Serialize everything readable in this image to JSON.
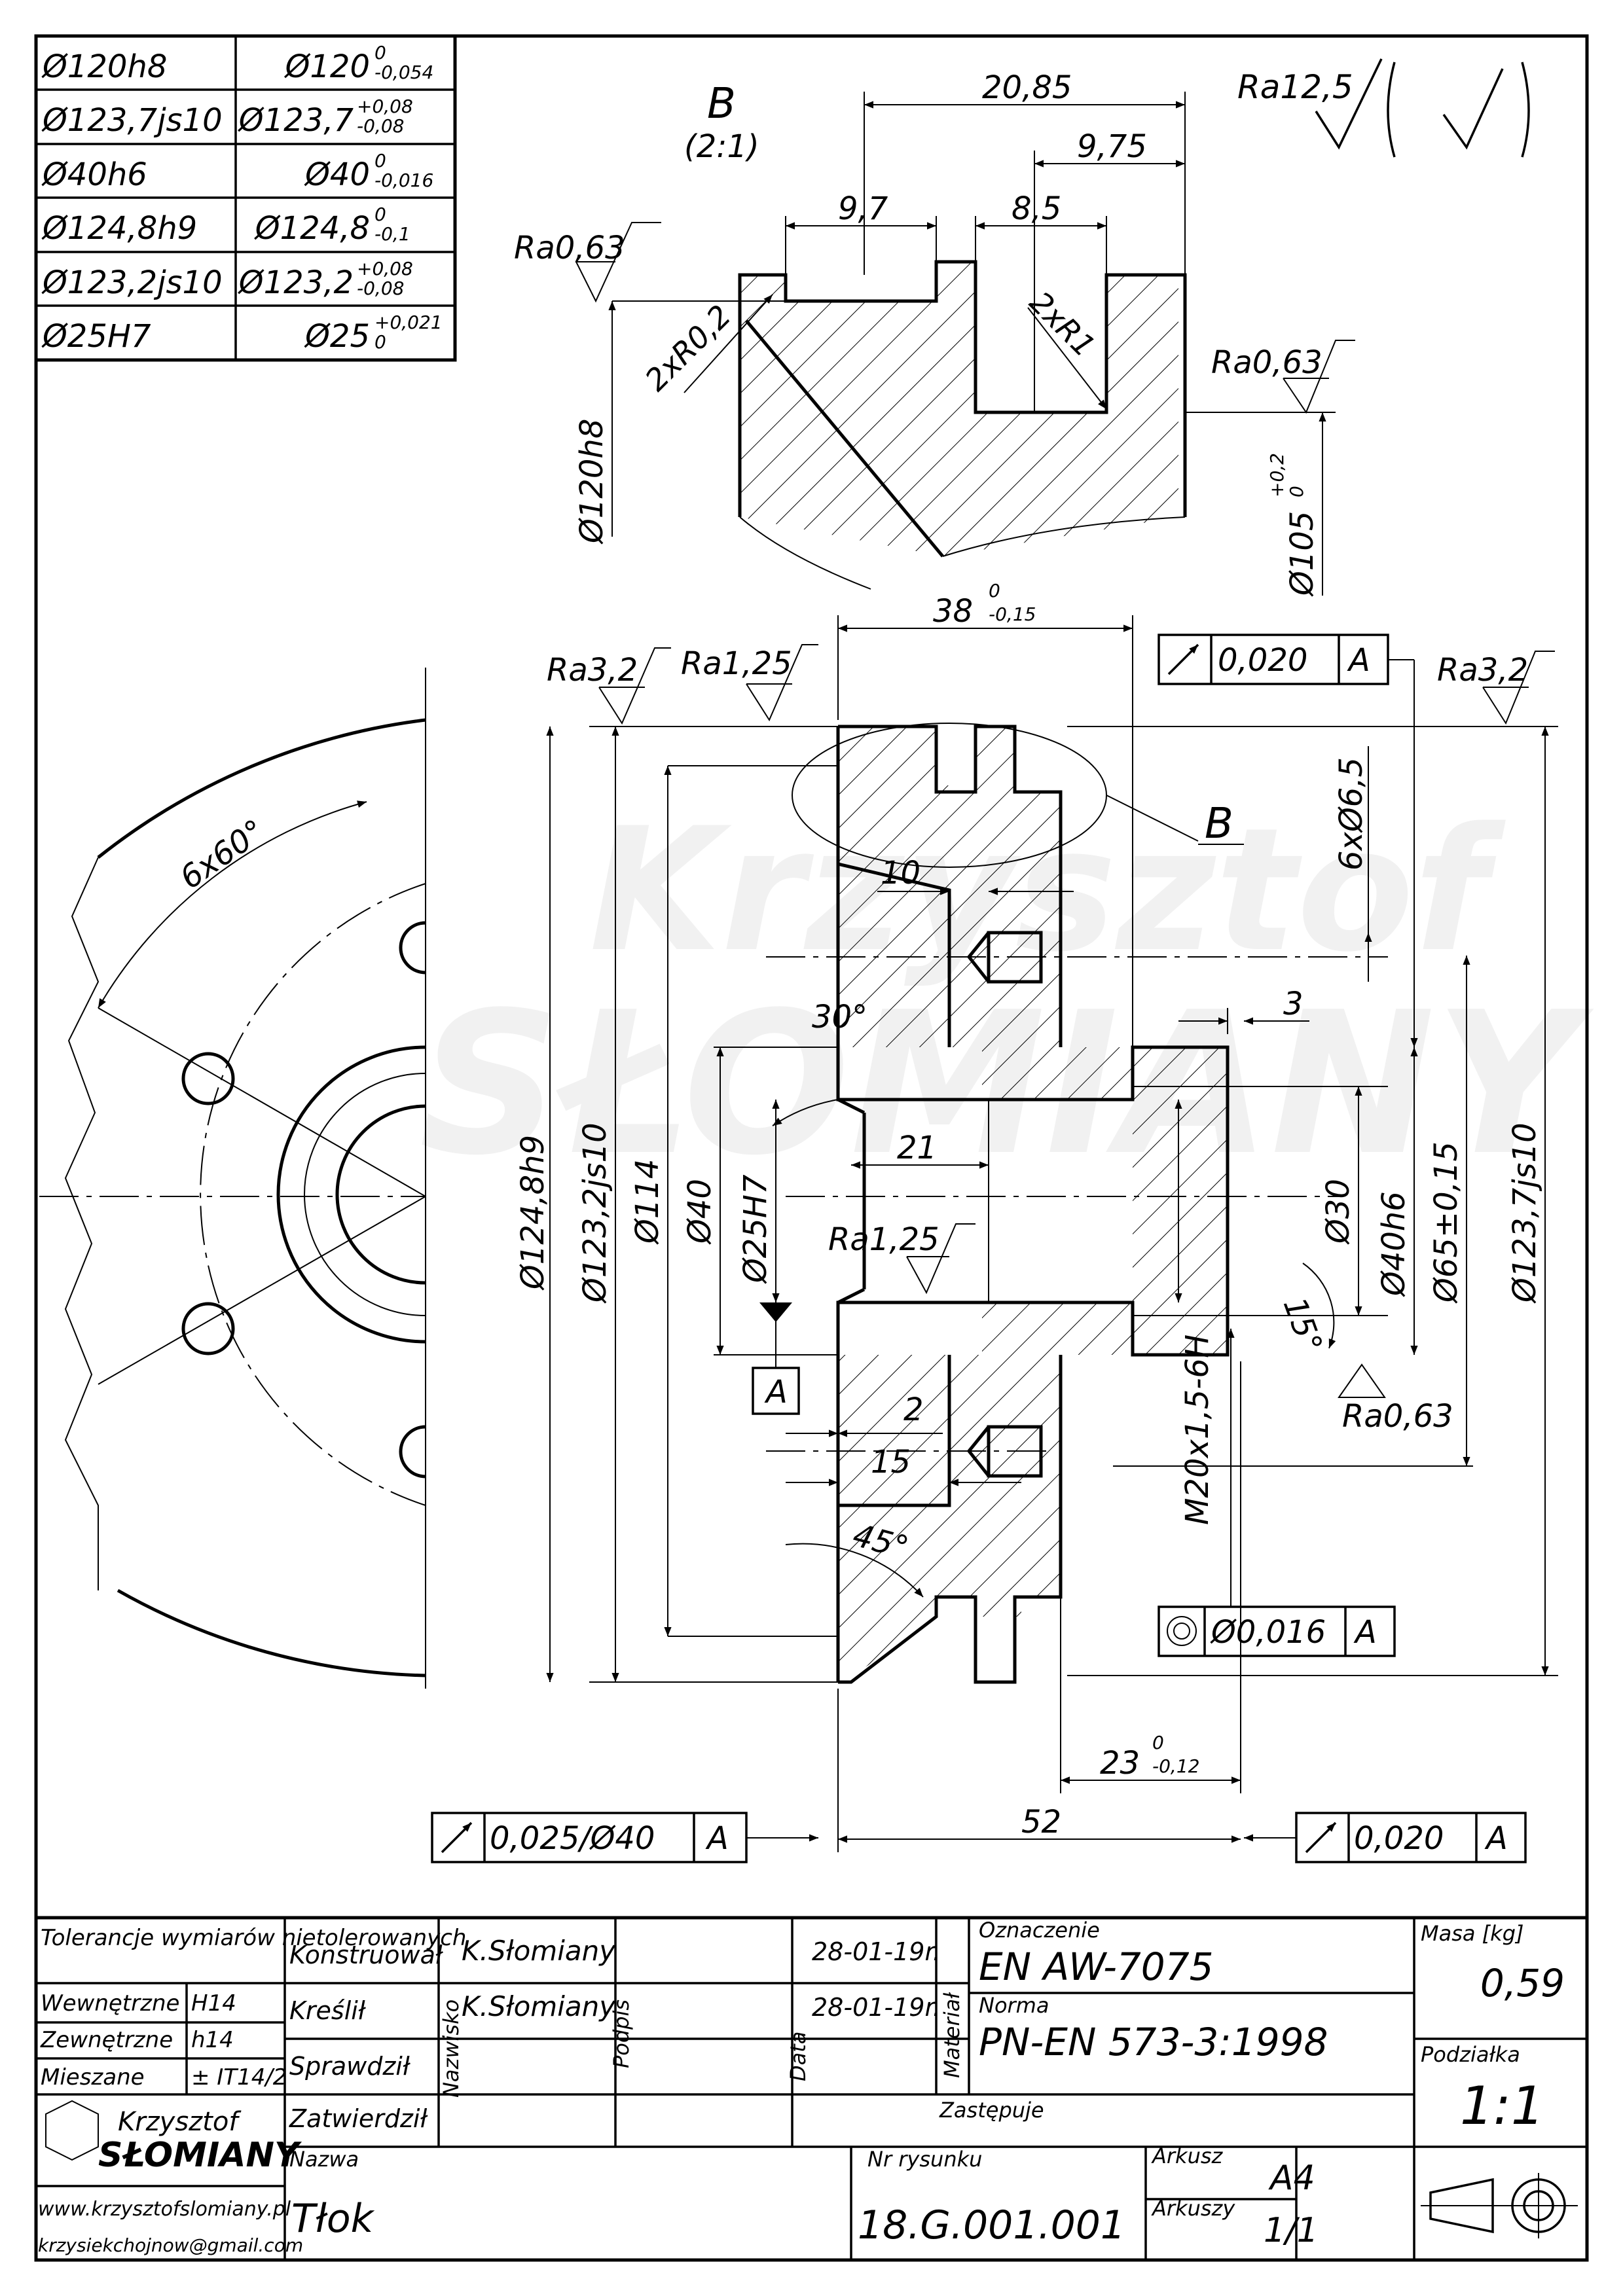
{
  "tolerance_table": [
    {
      "fit": "Ø120h8",
      "limits": "Ø120",
      "upper": "0",
      "lower": "-0,054"
    },
    {
      "fit": "Ø123,7js10",
      "limits": "Ø123,7",
      "upper": "+0,08",
      "lower": "-0,08"
    },
    {
      "fit": "Ø40h6",
      "limits": "Ø40",
      "upper": "0",
      "lower": "-0,016"
    },
    {
      "fit": "Ø124,8h9",
      "limits": "Ø124,8",
      "upper": "0",
      "lower": "-0,1"
    },
    {
      "fit": "Ø123,2js10",
      "limits": "Ø123,2",
      "upper": "+0,08",
      "lower": "-0,08"
    },
    {
      "fit": "Ø25H7",
      "limits": "Ø25",
      "upper": "+0,021",
      "lower": "0"
    }
  ],
  "general_roughness": {
    "value": "Ra12,5"
  },
  "detail_b": {
    "title": "B",
    "scale": "(2:1)",
    "dims": {
      "d1": "20,85",
      "d2": "9,75",
      "d3": "9,7",
      "d4": "8,5",
      "r1": "2xR0,2",
      "r2": "2xR1",
      "dia1": "Ø120h8",
      "dia2_base": "Ø105",
      "dia2_upper": "+0,2",
      "dia2_lower": "0"
    },
    "roughness": {
      "r1": "Ra0,63",
      "r2": "Ra0,63"
    }
  },
  "main_view": {
    "dims": {
      "width_base": "38",
      "width_upper": "0",
      "width_lower": "-0,15",
      "pattern": "6x60°",
      "d_10": "10",
      "holes": "6xØ6,5",
      "d_3": "3",
      "ang_30": "30°",
      "d_21": "21",
      "dia_1248": "Ø124,8h9",
      "dia_1232": "Ø123,2js10",
      "dia_114": "Ø114",
      "dia_40": "Ø40",
      "dia_25": "Ø25H7",
      "dia_30": "Ø30",
      "dia_40h6": "Ø40h6",
      "dia_65": "Ø65±0,15",
      "dia_1237": "Ø123,7js10",
      "thread": "M20x1,5-6H",
      "ang_15": "15°",
      "d_2": "2",
      "d_15": "15",
      "ang_45": "45°",
      "d_23_base": "23",
      "d_23_upper": "0",
      "d_23_lower": "-0,12",
      "d_52": "52",
      "callout": "B"
    },
    "roughness": {
      "top_left": "Ra3,2",
      "top_mid": "Ra1,25",
      "top_right": "Ra3,2",
      "bore": "Ra1,25",
      "face": "Ra0,63"
    },
    "datum": "A",
    "gtol": {
      "top": {
        "value": "0,020",
        "datum": "A"
      },
      "concentric": {
        "value": "Ø0,016",
        "datum": "A"
      },
      "bottom_left": {
        "value": "0,025/Ø40",
        "datum": "A"
      },
      "bottom_right": {
        "value": "0,020",
        "datum": "A"
      }
    }
  },
  "watermark": {
    "line1": "Krzysztof",
    "line2": "SŁOMIANY"
  },
  "title_block": {
    "tol_header": "Tolerancje wymiarów nietolerowanych",
    "tol_rows": [
      {
        "label": "Wewnętrzne",
        "value": "H14"
      },
      {
        "label": "Zewnętrzne",
        "value": "h14"
      },
      {
        "label": "Mieszane",
        "value": "± IT14/2"
      }
    ],
    "roles": [
      "Konstruował",
      "Kreślił",
      "Sprawdził",
      "Zatwierdził"
    ],
    "names": [
      "K.Słomiany",
      "K.Słomiany"
    ],
    "dates": [
      "28-01-19r.",
      "28-01-19r."
    ],
    "col_nazwisko": "Nazwisko",
    "col_podpis": "Podpis",
    "col_data": "Data",
    "col_material": "Materiał",
    "oznaczenie_label": "Oznaczenie",
    "oznaczenie": "EN AW-7075",
    "norma_label": "Norma",
    "norma": "PN-EN 573-3:1998",
    "zastepuje_label": "Zastępuje",
    "masa_label": "Masa [kg]",
    "masa": "0,59",
    "podzialka_label": "Podziałka",
    "podzialka": "1:1",
    "nazwa_label": "Nazwa",
    "nazwa": "Tłok",
    "nr_label": "Nr rysunku",
    "nr": "18.G.001.001",
    "arkusz_label": "Arkusz",
    "arkusz": "A4",
    "arkuszy_label": "Arkuszy",
    "arkuszy": "1/1",
    "logo_line1": "Krzysztof",
    "logo_line2": "SŁOMIANY",
    "website": "www.krzysztofslomiany.pl",
    "email": "krzysiekchojnow@gmail.com"
  }
}
